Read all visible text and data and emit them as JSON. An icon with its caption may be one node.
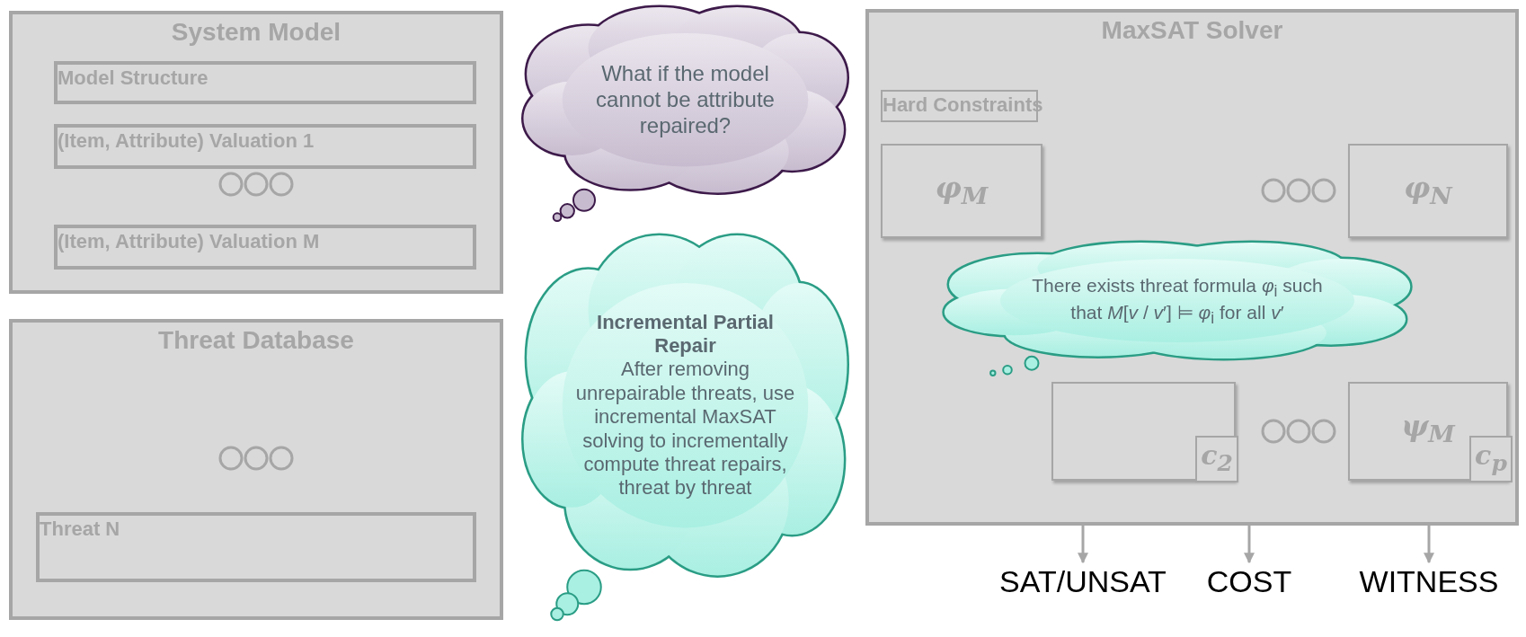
{
  "diagram": {
    "nodes": [
      {
        "text": [
          "System Model"
        ]
      },
      {
        "text": [
          "Model Structure"
        ],
        "in": 0
      },
      {
        "text": [
          "(Item, Attribute) Valuation 1"
        ],
        "in": 0
      },
      {
        "text": [
          "(Item, Attribute) Valuation M"
        ],
        "in": 0
      },
      {
        "text": [
          "Threat Database"
        ]
      },
      {
        "text": [
          "Threat N"
        ],
        "in": 4
      },
      {
        "text": [
          "MaxSAT Solver"
        ]
      },
      {
        "text": [
          "Hard Constraints"
        ],
        "in": 6
      },
      {
        "text": [
          "φ$_{M}$"
        ],
        "in": 6
      },
      {
        "text": [
          "φ$_{N}$"
        ],
        "in": 6
      },
      {
        "text": [],
        "shape": "box",
        "in": 6
      },
      {
        "text": [
          "c$_{2}$"
        ],
        "in": 10
      },
      {
        "text": [
          "ψ$_{M}$"
        ],
        "in": 6
      },
      {
        "text": [
          "c$_{p}$"
        ],
        "in": 12
      },
      {
        "text": [
          "SAT/UNSAT"
        ]
      },
      {
        "text": [
          "COST"
        ]
      },
      {
        "text": [
          "WITNESS"
        ]
      },
      {
        "text": [
          "What if the model cannot be attribute repaired?"
        ]
      },
      {
        "text": [
          "There exists threat formula *φ*$_{i}$ such that *M*[*v* / *v*′] ⊨ *φ*$_{i}$ for all *v*′"
        ],
        "in": 6
      },
      {
        "text": [
          "Incremental Partial Repair",
          "After removing unrepairable threats, use incremental MaxSAT solving to incrementally compute threat repairs, threat by threat"
        ]
      }
    ],
    "edges": [
      {
        "from": 6,
        "to": 14,
        "arrow": "to"
      },
      {
        "from": 6,
        "to": 15,
        "arrow": "to"
      },
      {
        "from": 6,
        "to": 16,
        "arrow": "to"
      }
    ]
  }
}
